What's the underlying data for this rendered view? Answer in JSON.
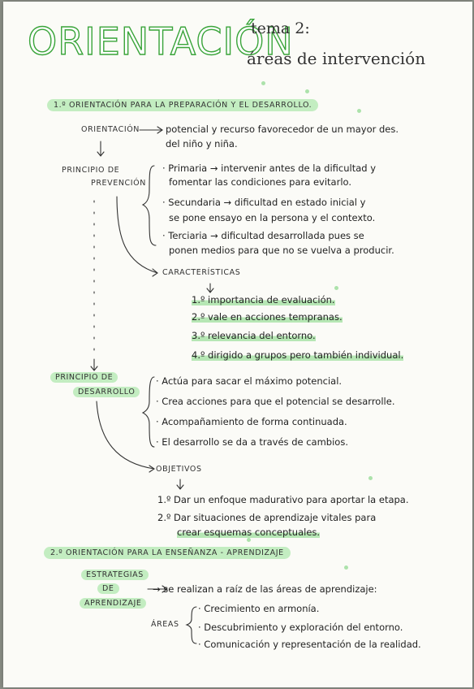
{
  "header": {
    "title": "ORIENTACIÓN",
    "subtitle_line1": "tema 2:",
    "subtitle_line2": "áreas de intervención"
  },
  "section1": {
    "heading": "1.º ORIENTACIÓN PARA LA PREPARACIÓN Y EL DESARROLLO.",
    "orientacion_label": "ORIENTACIÓN",
    "orientacion_line1": "potencial y recurso favorecedor de un mayor des.",
    "orientacion_line2": "del niño y niña.",
    "prevencion_label_1": "PRINCIPIO DE",
    "prevencion_label_2": "PREVENCIÓN",
    "primaria_1": "· Primaria → intervenir antes de la dificultad y",
    "primaria_2": "fomentar las condiciones para evitarlo.",
    "secundaria_1": "· Secundaria → dificultad en estado inicial y",
    "secundaria_2": "se pone ensayo en la persona y el contexto.",
    "terciaria_1": "· Terciaria → dificultad desarrollada pues se",
    "terciaria_2": "ponen medios para que no se vuelva a producir.",
    "caracteristicas_label": "CARACTERÍSTICAS",
    "caracteristicas": [
      "1.º importancia de evaluación.",
      "2.º vale en acciones tempranas.",
      "3.º relevancia del entorno.",
      "4.º dirigido a grupos pero también individual."
    ],
    "desarrollo_label_1": "PRINCIPIO DE",
    "desarrollo_label_2": "DESARROLLO",
    "desarrollo_items": [
      "· Actúa para sacar el máximo potencial.",
      "· Crea acciones para que el potencial se desarrolle.",
      "· Acompañamiento de forma continuada.",
      "· El desarrollo se da a través de cambios."
    ],
    "objetivos_label": "OBJETIVOS",
    "objetivos": [
      "1.º Dar un enfoque madurativo para aportar la etapa.",
      "2.º Dar situaciones de aprendizaje vitales para"
    ],
    "objetivos_cont": "crear esquemas conceptuales."
  },
  "section2": {
    "heading": "2.º ORIENTACIÓN PARA LA ENSEÑANZA - APRENDIZAJE",
    "estrategias_1": "ESTRATEGIAS",
    "estrategias_2": "DE",
    "estrategias_3": "APRENDIZAJE",
    "estrategias_text": "→ se realizan a raíz de las áreas de aprendizaje:",
    "areas_label": "ÁREAS",
    "areas": [
      "· Crecimiento en armonía.",
      "· Descubrimiento y exploración del entorno.",
      "· Comunicación y representación de la realidad."
    ]
  },
  "colors": {
    "highlight": "#7ed67e",
    "ink": "#2a2a2a",
    "title_stroke": "#3aa43a"
  }
}
